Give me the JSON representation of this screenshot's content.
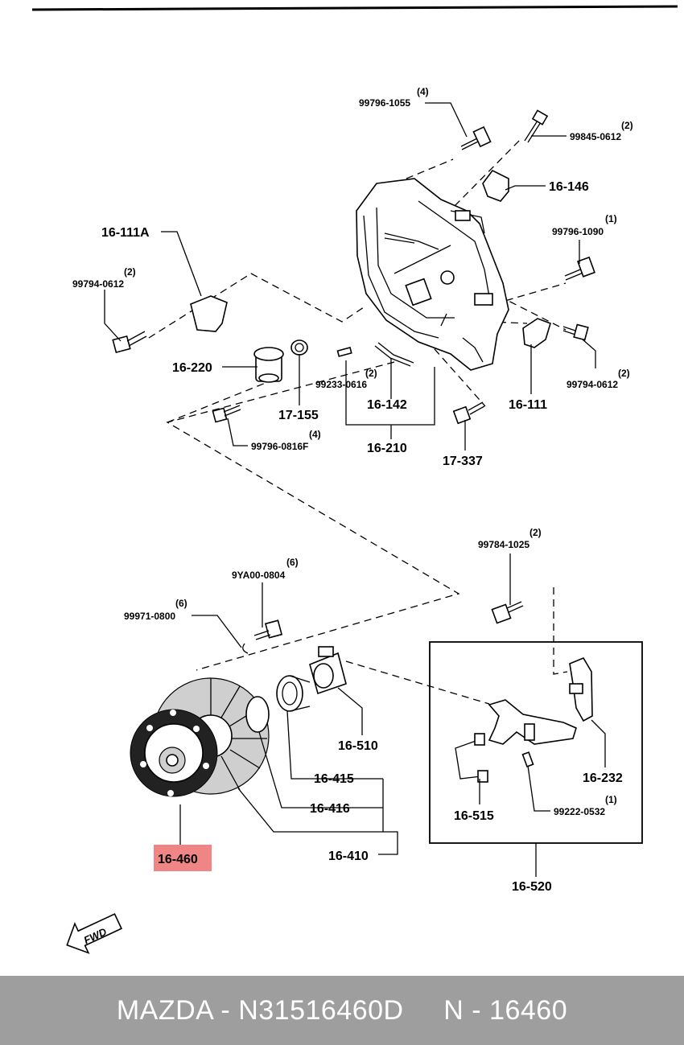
{
  "labels": {
    "p99796_1055": "99796-1055",
    "q99796_1055": "(4)",
    "p99845_0612": "99845-0612",
    "q99845_0612": "(2)",
    "p16_146": "16-146",
    "p16_111A": "16-111A",
    "p99796_1090": "99796-1090",
    "q99796_1090": "(1)",
    "p99794_0612a": "99794-0612",
    "q99794_0612a": "(2)",
    "p16_220": "16-220",
    "p99233_0616": "99233-0616",
    "q99233_0616": "(2)",
    "p16_142": "16-142",
    "p16_111": "16-111",
    "p99794_0612b": "99794-0612",
    "q99794_0612b": "(2)",
    "p17_155": "17-155",
    "p99796_0816": "99796-0816F",
    "q99796_0816": "(4)",
    "p16_210": "16-210",
    "p17_337": "17-337",
    "p99784_1025": "99784-1025",
    "q99784_1025": "(2)",
    "p9YA00_0804": "9YA00-0804",
    "q9YA00_0804": "(6)",
    "p99971_0800": "99971-0800",
    "q99971_0800": "(6)",
    "p16_510": "16-510",
    "p16_232": "16-232",
    "p16_415": "16-415",
    "p16_416": "16-416",
    "p16_515": "16-515",
    "p99222_0532": "99222-0532",
    "q99222_0532": "(1)",
    "p16_460": "16-460",
    "p16_410": "16-410",
    "p16_520": "16-520",
    "fwd": "FWD"
  },
  "highlight": {
    "part": "16-460",
    "color": "#f08585"
  },
  "footer": {
    "text": "MAZDA - N31516460D     N - 16460",
    "background": "#9e9e9e",
    "color": "#ffffff"
  }
}
